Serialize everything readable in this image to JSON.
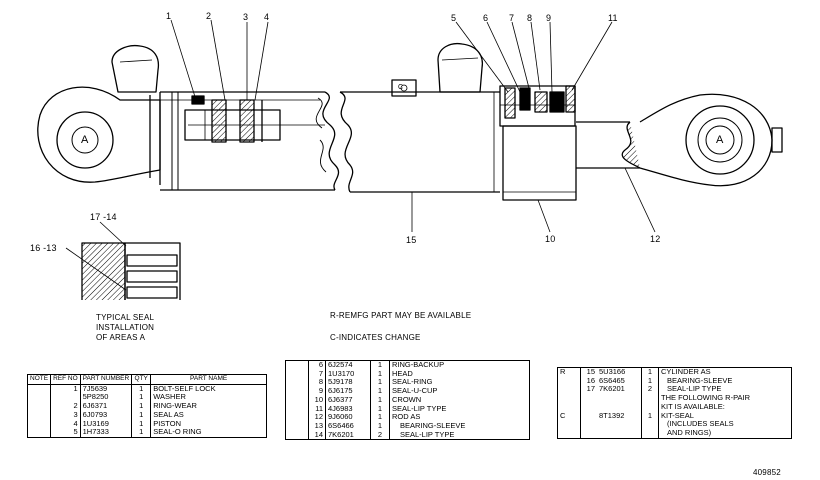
{
  "callouts": {
    "c1": "1",
    "c2": "2",
    "c3": "3",
    "c4": "4",
    "c5": "5",
    "c6": "6",
    "c7": "7",
    "c8": "8",
    "c9": "9",
    "c10": "10",
    "c11": "11",
    "c12": "12",
    "c15": "15",
    "c1714": "17 -14",
    "c1613": "16 -13",
    "a_left": "A",
    "a_right": "A",
    "c_mark": "C"
  },
  "notes": {
    "typical_seal_line1": "TYPICAL SEAL",
    "typical_seal_line2": "INSTALLATION",
    "typical_seal_line3": "OF AREAS A",
    "reman": "R-REMFG PART MAY BE AVAILABLE",
    "change": "C-INDICATES CHANGE",
    "drawing_no": "409852"
  },
  "table1": {
    "headers": {
      "note": "NOTE",
      "ref": "REF NO",
      "part": "PART NUMBER",
      "qty": "QTY",
      "name": "PART NAME"
    },
    "rows": [
      {
        "note": "",
        "ref": "1",
        "part": "7J5639",
        "qty": "1",
        "name": "BOLT-SELF LOCK"
      },
      {
        "note": "",
        "ref": "",
        "part": "5P8250",
        "qty": "1",
        "name": "WASHER"
      },
      {
        "note": "",
        "ref": "2",
        "part": "6J6371",
        "qty": "1",
        "name": "RING-WEAR"
      },
      {
        "note": "",
        "ref": "3",
        "part": "6J0793",
        "qty": "1",
        "name": "SEAL AS"
      },
      {
        "note": "",
        "ref": "4",
        "part": "1U3169",
        "qty": "1",
        "name": "PISTON"
      },
      {
        "note": "",
        "ref": "5",
        "part": "1H7333",
        "qty": "1",
        "name": "SEAL-O RING"
      }
    ]
  },
  "table2": {
    "rows": [
      {
        "note": "",
        "ref": "6",
        "part": "6J2574",
        "qty": "1",
        "name": "RING-BACKUP"
      },
      {
        "note": "",
        "ref": "7",
        "part": "1U3170",
        "qty": "1",
        "name": "HEAD"
      },
      {
        "note": "",
        "ref": "8",
        "part": "5J9178",
        "qty": "1",
        "name": "SEAL-RING"
      },
      {
        "note": "",
        "ref": "9",
        "part": "6J6175",
        "qty": "1",
        "name": "SEAL-U-CUP"
      },
      {
        "note": "",
        "ref": "10",
        "part": "6J6377",
        "qty": "1",
        "name": "CROWN"
      },
      {
        "note": "",
        "ref": "11",
        "part": "4J6983",
        "qty": "1",
        "name": "SEAL-LIP TYPE"
      },
      {
        "note": "",
        "ref": "12",
        "part": "9J6060",
        "qty": "1",
        "name": "ROD AS"
      },
      {
        "note": "",
        "ref": "13",
        "part": "6S6466",
        "qty": "1",
        "name": "BEARING-SLEEVE"
      },
      {
        "note": "",
        "ref": "14",
        "part": "7K6201",
        "qty": "2",
        "name": "SEAL-LIP TYPE"
      }
    ]
  },
  "table3": {
    "rows": [
      {
        "note": "R",
        "ref": "15",
        "part": "5U3166",
        "qty": "1",
        "name": "CYLINDER AS"
      },
      {
        "note": "",
        "ref": "16",
        "part": "6S6465",
        "qty": "1",
        "name": "BEARING-SLEEVE"
      },
      {
        "note": "",
        "ref": "17",
        "part": "7K6201",
        "qty": "2",
        "name": "SEAL-LIP TYPE"
      },
      {
        "note": "",
        "ref": "",
        "part": "",
        "qty": "",
        "name": "THE FOLLOWING R-PAIR"
      },
      {
        "note": "",
        "ref": "",
        "part": "",
        "qty": "",
        "name": "KIT IS AVAILABLE:"
      },
      {
        "note": "C",
        "ref": "",
        "part": "8T1392",
        "qty": "1",
        "name": "KIT-SEAL"
      },
      {
        "note": "",
        "ref": "",
        "part": "",
        "qty": "",
        "name": "(INCLUDES SEALS"
      },
      {
        "note": "",
        "ref": "",
        "part": "",
        "qty": "",
        "name": "AND RINGS)"
      }
    ]
  }
}
